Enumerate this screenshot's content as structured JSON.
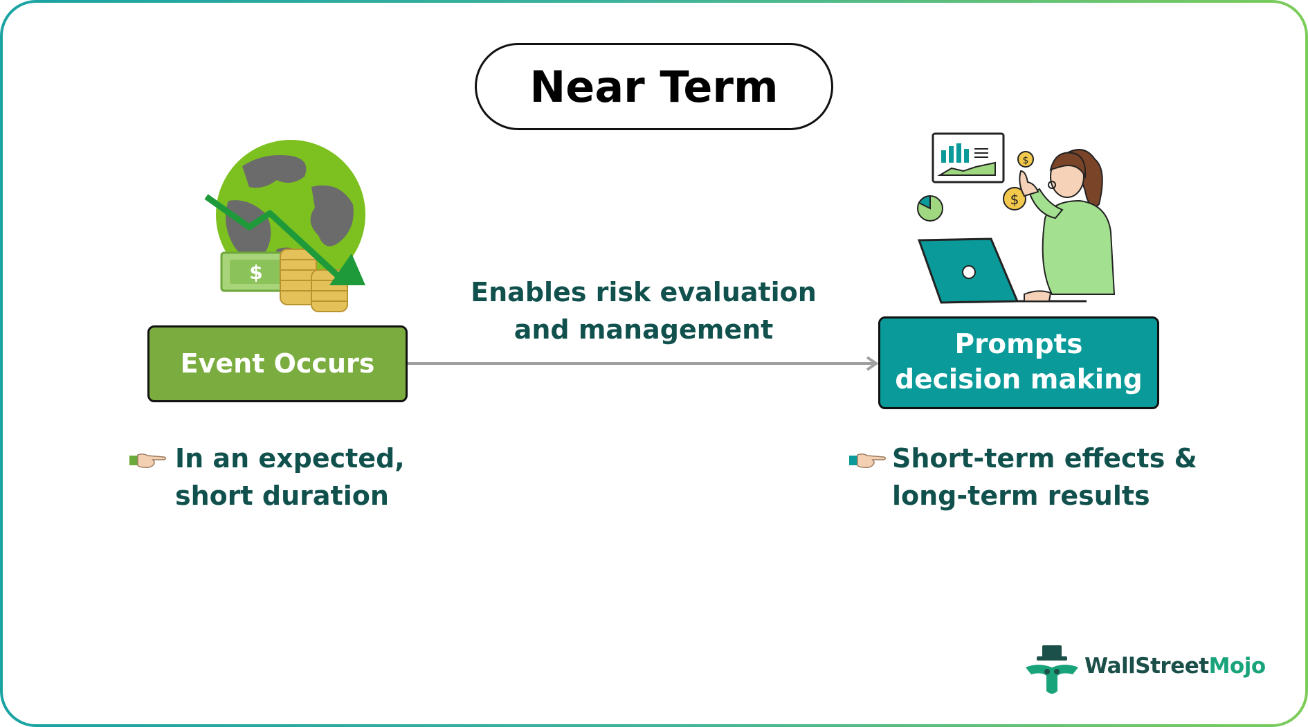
{
  "title": "Near Term",
  "nodes": {
    "event": "Event Occurs",
    "prompts": "Prompts decision making"
  },
  "edge": {
    "label": "Enables risk evaluation and management"
  },
  "notes": {
    "left": "In an expected, short duration",
    "right": "Short-term effects & long-term results"
  },
  "brand": {
    "part1": "WallStreet",
    "part2": "Mojo"
  },
  "icons": {
    "globe": "globe-money-decline-icon",
    "analyst": "woman-laptop-analytics-icon",
    "hand": "pointing-hand-icon",
    "logo": "wallstreetmojo-logo-icon"
  },
  "colors": {
    "event_box": "#7bac3f",
    "prompts_box": "#0b9a9a",
    "text_teal": "#11514d",
    "arrow": "#a0a0a0"
  }
}
